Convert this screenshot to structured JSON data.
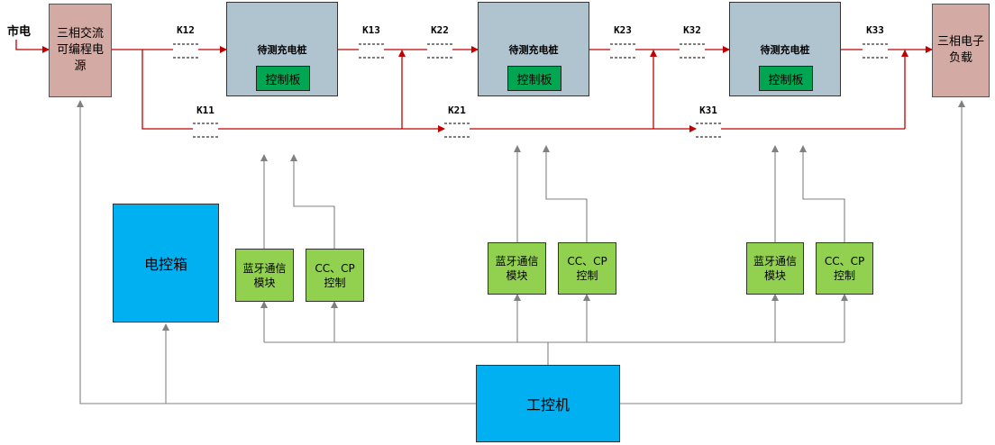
{
  "mains_label": "市电",
  "source": {
    "label": "三相交流可编程电源"
  },
  "load": {
    "label": "三相电子负载"
  },
  "cabinet": {
    "label": "电控箱"
  },
  "ipc": {
    "label": "工控机"
  },
  "piles": [
    {
      "title": "待测充电桩",
      "board": "控制板"
    },
    {
      "title": "待测充电桩",
      "board": "控制板"
    },
    {
      "title": "待测充电桩",
      "board": "控制板"
    }
  ],
  "modules": [
    {
      "bluetooth": "蓝牙通信\n模块",
      "cccp": "CC、CP\n控制"
    },
    {
      "bluetooth": "蓝牙通信\n模块",
      "cccp": "CC、CP\n控制"
    },
    {
      "bluetooth": "蓝牙通信\n模块",
      "cccp": "CC、CP\n控制"
    }
  ],
  "switches": [
    "K12",
    "K13",
    "K22",
    "K23",
    "K32",
    "K33",
    "K11",
    "K21",
    "K31"
  ],
  "colors": {
    "power_line": "#c00000",
    "signal_line": "#808080",
    "source_fill": "#d4aba4",
    "pile_fill": "#b0c4d0",
    "board_fill": "#00a651",
    "module_fill": "#92d050",
    "controller_fill": "#00b0f0",
    "arrow_accent": "#00a0e9"
  }
}
